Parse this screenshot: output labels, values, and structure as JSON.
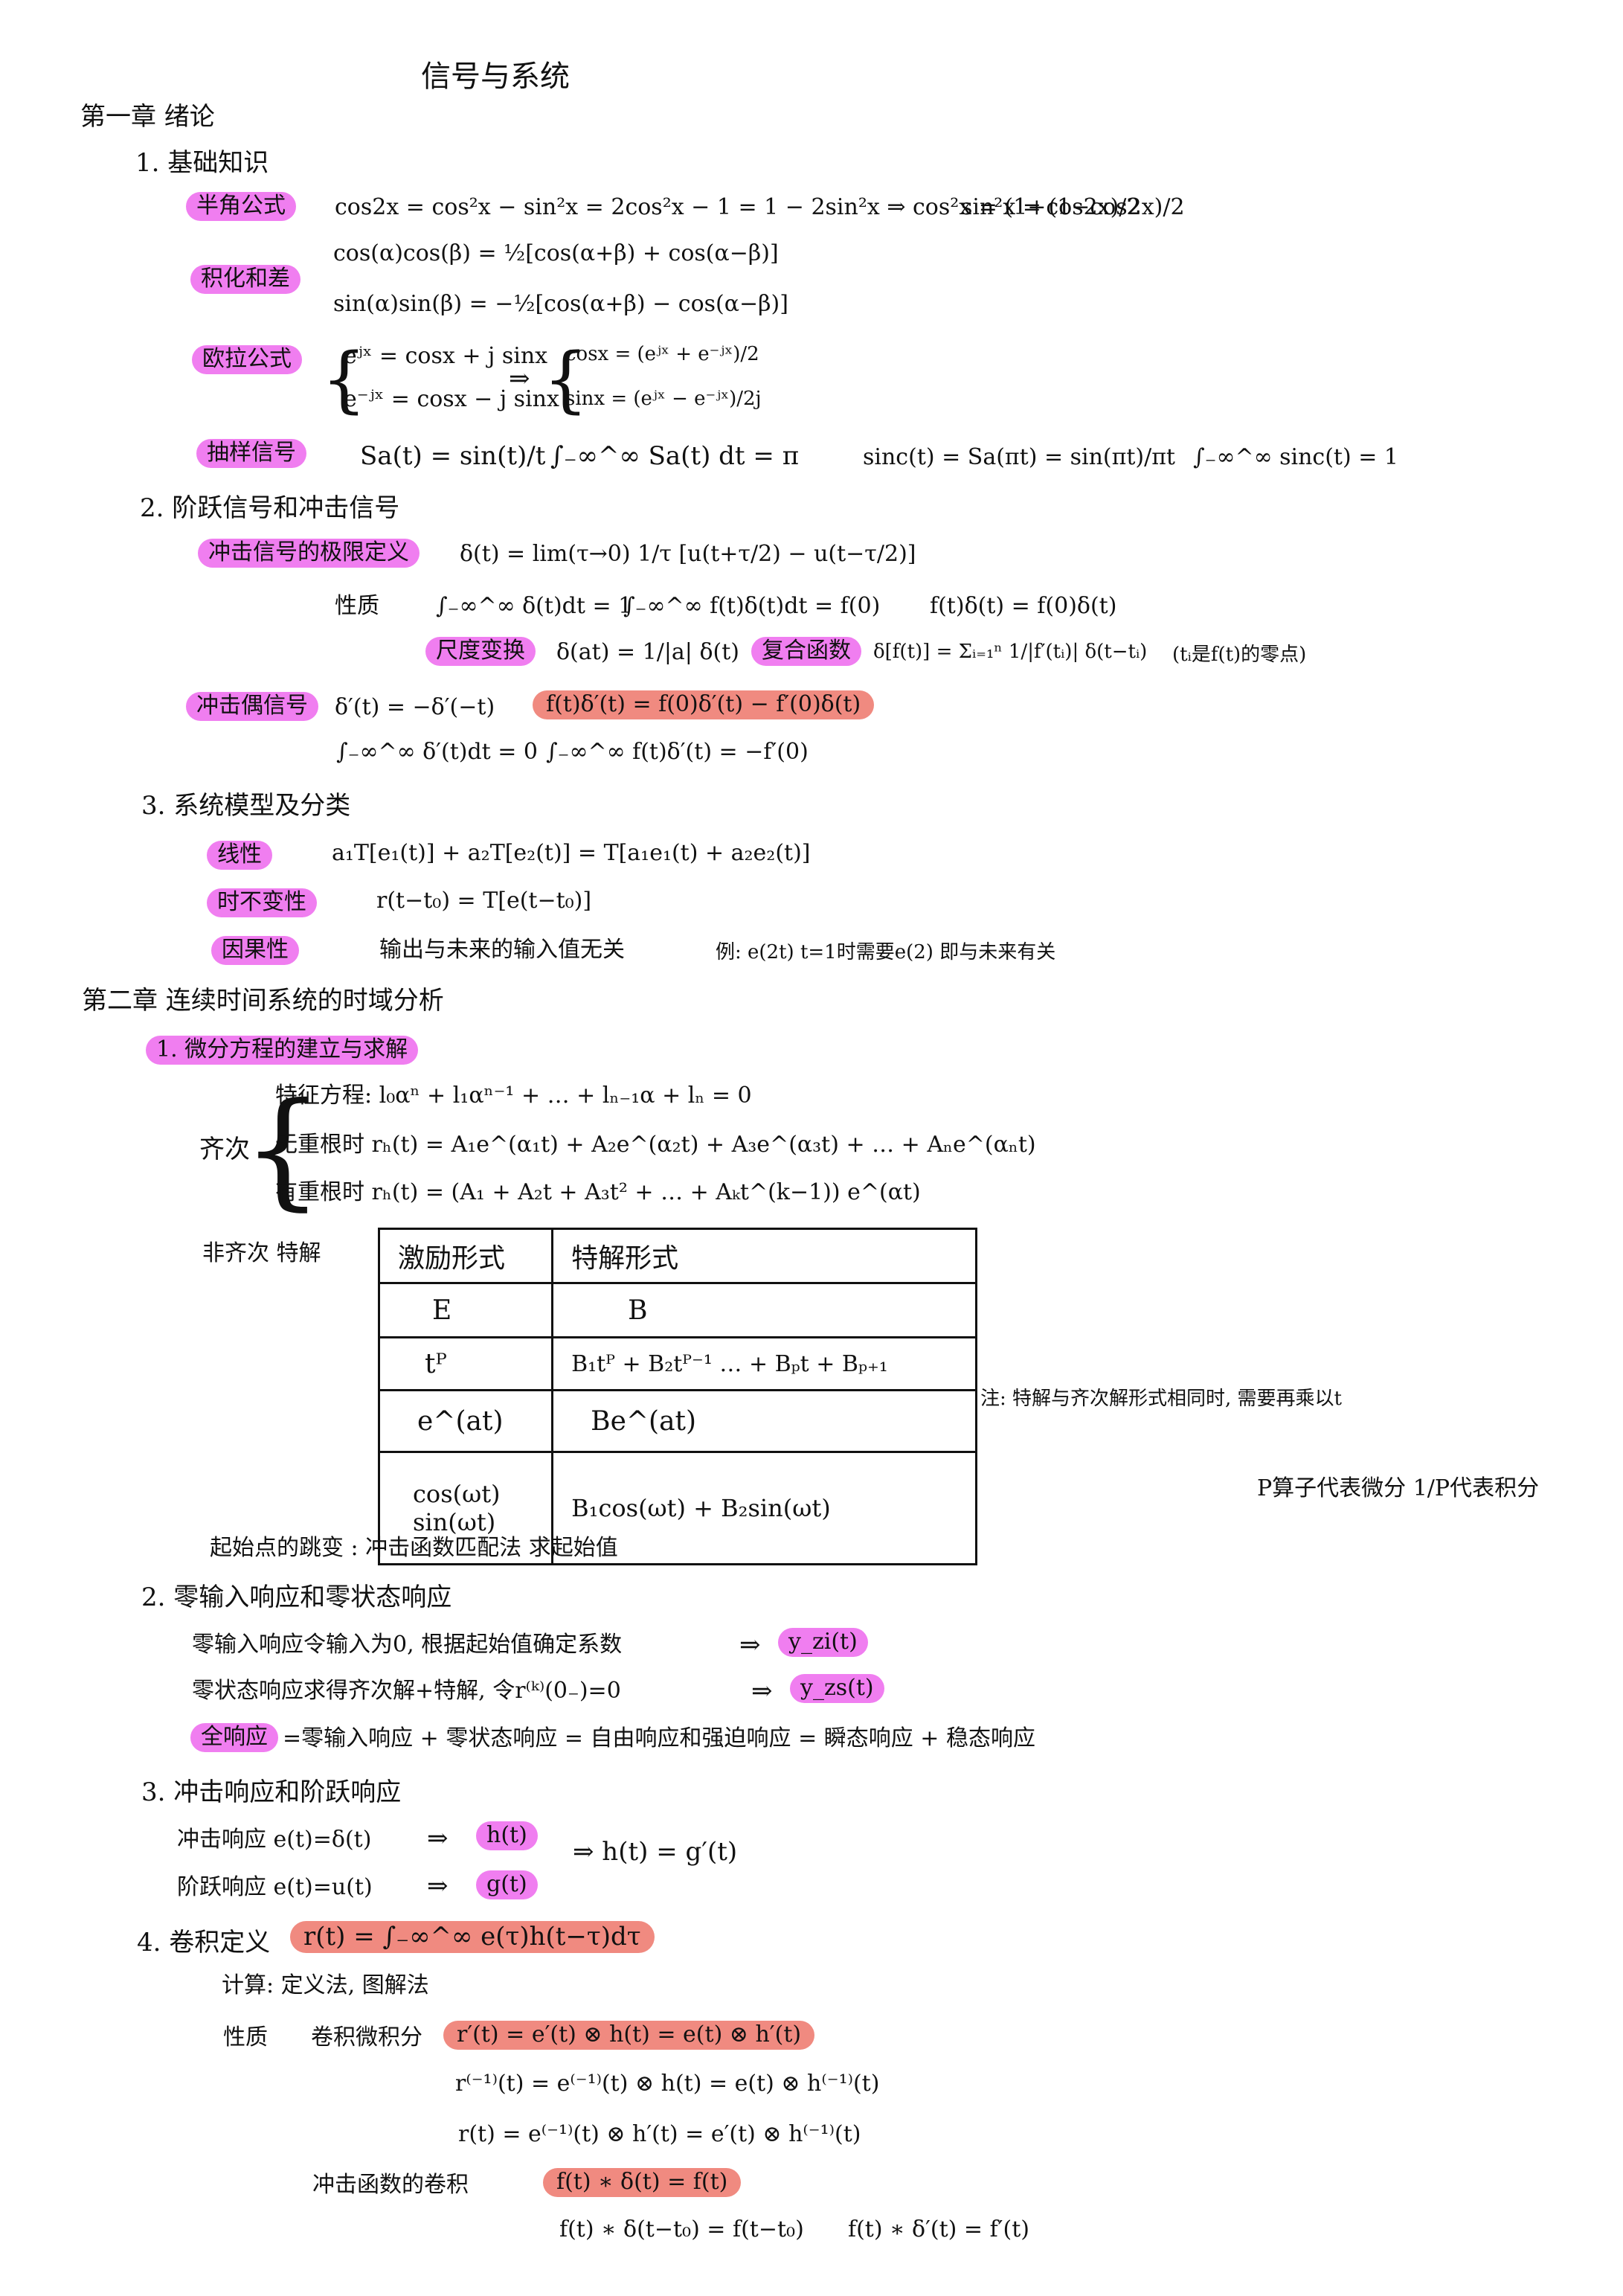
{
  "title": "信号与系统",
  "ch1": {
    "heading": "第一章 绪论",
    "s1": {
      "heading": "1. 基础知识",
      "half_angle": {
        "label": "半角公式",
        "eq1": "cos2x = cos²x − sin²x = 2cos²x − 1 = 1 − 2sin²x  ⇒  cos²x = (1+cos2x)/2",
        "eq2": "sin²x = (1−cos2x)/2"
      },
      "product_sum": {
        "label": "积化和差",
        "eq1": "cos(α)cos(β) = ½[cos(α+β) + cos(α−β)]",
        "eq2": "sin(α)sin(β) = −½[cos(α+β) − cos(α−β)]"
      },
      "euler": {
        "label": "欧拉公式",
        "eq1": "eʲˣ = cosx + j sinx",
        "eq2": "e⁻ʲˣ = cosx − j sinx",
        "arrow": "⇒",
        "eq3": "cosx = (eʲˣ + e⁻ʲˣ)/2",
        "eq4": "sinx = (eʲˣ − e⁻ʲˣ)/2j"
      },
      "sampling": {
        "label": "抽样信号",
        "eq1": "Sa(t) = sin(t)/t",
        "eq2": "∫₋∞^∞ Sa(t) dt = π",
        "eq3": "sinc(t) = Sa(πt) = sin(πt)/πt",
        "eq4": "∫₋∞^∞ sinc(t) = 1"
      }
    },
    "s2": {
      "heading": "2. 阶跃信号和冲击信号",
      "impulse_limit": {
        "label": "冲击信号的极限定义",
        "eq": "δ(t) = lim(τ→0) 1/τ [u(t+τ/2) − u(t−τ/2)]"
      },
      "props_label": "性质",
      "prop1": "∫₋∞^∞ δ(t)dt = 1",
      "prop2": "∫₋∞^∞ f(t)δ(t)dt = f(0)",
      "prop3": "f(t)δ(t) = f(0)δ(t)",
      "scale": {
        "label": "尺度变换",
        "eq": "δ(at) = 1/|a| δ(t)"
      },
      "composite": {
        "label": "复合函数",
        "eq": "δ[f(t)] = Σᵢ₌₁ⁿ 1/|f′(tᵢ)| δ(t−tᵢ)",
        "note": "(tᵢ是f(t)的零点)"
      },
      "doublet": {
        "label": "冲击偶信号",
        "eq1": "δ′(t) = −δ′(−t)",
        "eq2": "∫₋∞^∞ δ′(t)dt = 0",
        "eq3": "f(t)δ′(t) = f(0)δ′(t) − f′(0)δ(t)",
        "eq4": "∫₋∞^∞ f(t)δ′(t) = −f′(0)"
      }
    },
    "s3": {
      "heading": "3. 系统模型及分类",
      "linear": {
        "label": "线性",
        "eq": "a₁T[e₁(t)] + a₂T[e₂(t)] = T[a₁e₁(t) + a₂e₂(t)]"
      },
      "ti": {
        "label": "时不变性",
        "eq": "r(t−t₀) = T[e(t−t₀)]"
      },
      "causal": {
        "label": "因果性",
        "text": "输出与未来的输入值无关",
        "ex": "例: e(2t)   t=1时需要e(2) 即与未来有关"
      }
    }
  },
  "ch2": {
    "heading": "第二章 连续时间系统的时域分析",
    "s1": {
      "heading": "1. 微分方程的建立与求解",
      "homog": "齐次",
      "char_eq": "特征方程: l₀αⁿ + l₁αⁿ⁻¹ + … + lₙ₋₁α + lₙ = 0",
      "no_repeat": "无重根时  rₕ(t) = A₁e^(α₁t) + A₂e^(α₂t) + A₃e^(α₃t) + … + Aₙe^(αₙt)",
      "repeat": "有重根时  rₕ(t) = (A₁ + A₂t + A₃t² + … + Aₖt^(k−1)) e^(αt)",
      "nonhomog": "非齐次  特解",
      "table": {
        "headers": [
          "激励形式",
          "特解形式"
        ],
        "rows": [
          [
            "E",
            "B"
          ],
          [
            "tᴾ",
            "B₁tᴾ + B₂tᴾ⁻¹ … + Bₚt + Bₚ₊₁"
          ],
          [
            "e^(at)",
            "Be^(at)"
          ],
          [
            "cos(ωt)\nsin(ωt)",
            "B₁cos(ωt) + B₂sin(ωt)"
          ]
        ]
      },
      "table_note": "注: 特解与齐次解形式相同时, 需要再乘以t",
      "p_note": "P算子代表微分    1/P代表积分",
      "jump": "起始点的跳变   : 冲击函数匹配法 求起始值"
    },
    "s2": {
      "heading": "2. 零输入响应和零状态响应",
      "zi": {
        "text": "零输入响应令输入为0, 根据起始值确定系数",
        "arrow": "⇒",
        "res": "y_zi(t)"
      },
      "zs": {
        "text": "零状态响应求得齐次解+特解, 令r⁽ᵏ⁾(0₋)=0",
        "arrow": "⇒",
        "res": "y_zs(t)"
      },
      "full": {
        "label": "全响应",
        "text": "=零输入响应 + 零状态响应 = 自由响应和强迫响应 = 瞬态响应 + 稳态响应"
      }
    },
    "s3": {
      "heading": "3. 冲击响应和阶跃响应",
      "imp": {
        "text": "冲击响应  e(t)=δ(t)",
        "arrow": "⇒",
        "res": "h(t)"
      },
      "step": {
        "text": "阶跃响应  e(t)=u(t)",
        "arrow": "⇒",
        "res": "g(t)"
      },
      "rel": "⇒  h(t) = g′(t)"
    },
    "s4": {
      "heading": "4. 卷积定义",
      "def": "r(t) = ∫₋∞^∞ e(τ)h(t−τ)dτ",
      "calc": "计算: 定义法, 图解法",
      "props_label": "性质",
      "diff_int_label": "卷积微积分",
      "p1": "r′(t) = e′(t) ⊗ h(t) = e(t) ⊗ h′(t)",
      "p2": "r⁽⁻¹⁾(t) = e⁽⁻¹⁾(t) ⊗ h(t) = e(t) ⊗ h⁽⁻¹⁾(t)",
      "p3": "r(t) = e⁽⁻¹⁾(t) ⊗ h′(t) = e′(t) ⊗ h⁽⁻¹⁾(t)",
      "imp_conv_label": "冲击函数的卷积",
      "p4": "f(t) ∗ δ(t) = f(t)",
      "p5": "f(t) ∗ δ(t−t₀) = f(t−t₀)",
      "p6": "f(t) ∗ δ′(t) = f′(t)"
    }
  },
  "colors": {
    "highlight_pink": "#f07ef0",
    "highlight_salmon": "#f08a80"
  }
}
